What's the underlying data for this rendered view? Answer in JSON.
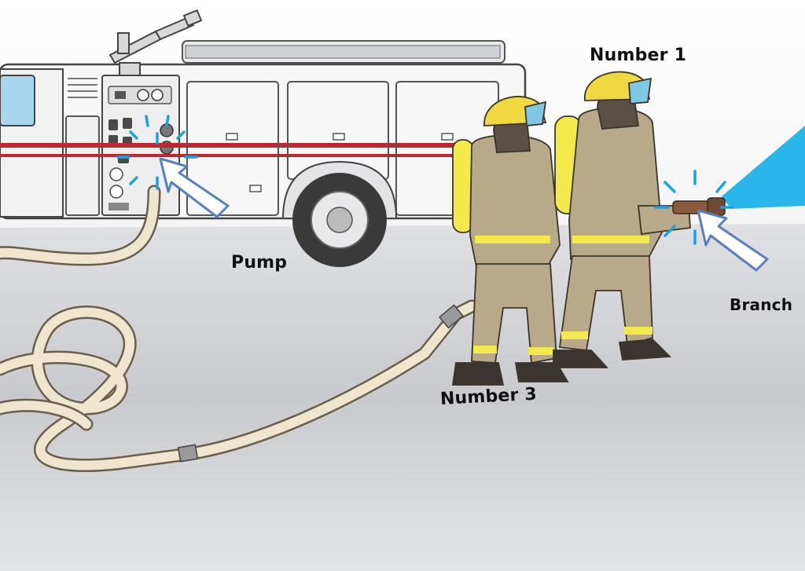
{
  "labels": {
    "number1": "Number 1",
    "pump": "Pump",
    "number3": "Number 3",
    "branch": "Branch"
  },
  "hotspots": [
    {
      "name": "pump-hotspot",
      "target": "pump"
    },
    {
      "name": "branch-hotspot",
      "target": "branch"
    }
  ],
  "colors": {
    "accent": "#1aa3e0",
    "water": "#29b6e8",
    "truck_stripe": "#c0282f",
    "turnout_gear": "#b8a98a",
    "reflective": "#f2e94a",
    "hose": "#efe6cf"
  }
}
